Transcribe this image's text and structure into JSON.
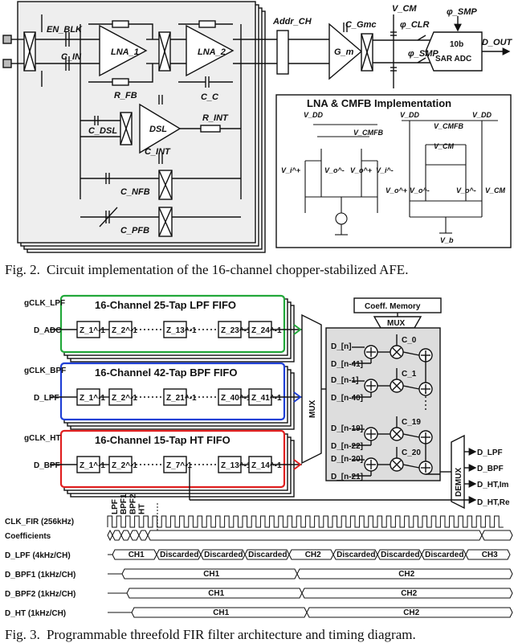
{
  "fig2": {
    "caption_num": "Fig. 2.",
    "caption_text": "Circuit implementation of the 16-channel chopper-stabilized AFE.",
    "labels": {
      "en": "EN_BLK",
      "cin": "C_IN",
      "lna1": "LNA_1",
      "lna2": "LNA_2",
      "rfb": "R_FB",
      "cc": "C_C",
      "dsl": "DSL",
      "cdsl": "C_DSL",
      "rint": "R_INT",
      "cint": "C_INT",
      "cnfb": "C_NFB",
      "cpfb": "C_PFB",
      "addr": "Addr_CH",
      "cgmc": "C_Gmc",
      "gm": "G_m",
      "vcm": "V_CM",
      "clr": "φ_CLR",
      "smp": "φ_SMP",
      "adc1": "10b",
      "adc2": "SAR ADC",
      "dout": "D_OUT"
    },
    "inset": {
      "title": "LNA & CMFB Implementation",
      "labels": [
        "V_DD",
        "V_CMFB",
        "V_i^+",
        "V_o^-",
        "V_o^+",
        "V_i^-",
        "V_DD",
        "V_CMFB",
        "V_DD",
        "V_CM",
        "V_o^+",
        "V_o^-",
        "V_o^-",
        "V_CM",
        "V_b"
      ]
    }
  },
  "fig3": {
    "caption_num": "Fig. 3.",
    "caption_text": "Programmable threefold FIR filter architecture and timing diagram.",
    "fifos": [
      {
        "title": "16-Channel 25-Tap LPF FIFO",
        "clk": "gCLK_LPF",
        "input": "D_ADC",
        "taps": [
          "Z_1^-1",
          "Z_2^-1",
          "Z_13^-1",
          "Z_23^-1",
          "Z_24^-1"
        ],
        "color": "#22a83a"
      },
      {
        "title": "16-Channel 42-Tap BPF FIFO",
        "clk": "gCLK_BPF",
        "input": "D_LPF",
        "taps": [
          "Z_1^-1",
          "Z_2^-1",
          "Z_21^-1",
          "Z_40^-1",
          "Z_41^-1"
        ],
        "color": "#1f3fd6"
      },
      {
        "title": "16-Channel 15-Tap HT FIFO",
        "clk": "gCLK_HT",
        "input": "D_BPF",
        "taps": [
          "Z_1^-1",
          "Z_2^-1",
          "Z_7^-1",
          "Z_13^-1",
          "Z_14^-1"
        ],
        "color": "#e02020"
      }
    ],
    "mux": "MUX",
    "coeff_memory": "Coeff. Memory",
    "coeff_mux": "MUX",
    "mac_inputs": [
      "D_[n]",
      "D_[n-41]",
      "D_[n-1]",
      "D_[n-40]",
      "D_[n-19]",
      "D_[n-22]",
      "D_[n-20]",
      "D_[n-21]"
    ],
    "coeffs": [
      "C_0",
      "C_1",
      "C_19",
      "C_20"
    ],
    "demux": "DEMUX",
    "outputs": [
      "D_LPF",
      "D_BPF",
      "D_HT,Im",
      "D_HT,Re"
    ],
    "timing": {
      "clk_label": "CLK_FIR (256kHz)",
      "phase_labels": [
        "LPF",
        "BPF1",
        "BPF2",
        "HT"
      ],
      "rows": [
        {
          "label": "Coefficients",
          "segments": []
        },
        {
          "label": "D_LPF (4kHz/CH)",
          "segments": [
            "CH1",
            "Discarded",
            "Discarded",
            "Discarded",
            "CH2",
            "Discarded",
            "Discarded",
            "Discarded",
            "CH3"
          ]
        },
        {
          "label": "D_BPF1 (1kHz/CH)",
          "segments": [
            "CH1",
            "CH2"
          ]
        },
        {
          "label": "D_BPF2 (1kHz/CH)",
          "segments": [
            "CH1",
            "CH2"
          ]
        },
        {
          "label": "D_HT (1kHz/CH)",
          "segments": [
            "CH1",
            "CH2"
          ]
        }
      ]
    }
  }
}
